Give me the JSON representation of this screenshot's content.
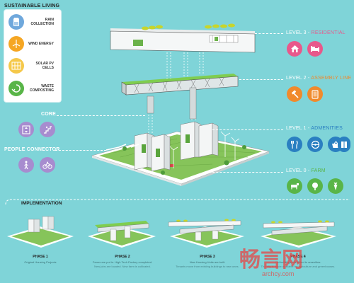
{
  "legend": {
    "title": "SUSTAINABLE LIVING",
    "items": [
      {
        "label": "RAIN\nCOLLECTION",
        "icon": "rain-collection-icon",
        "color": "#6fa8dc"
      },
      {
        "label": "WIND ENERGY",
        "icon": "wind-turbine-icon",
        "color": "#f5a623"
      },
      {
        "label": "SOLAR PV\nCELLS",
        "icon": "solar-panel-icon",
        "color": "#f5c84a"
      },
      {
        "label": "WASTE\nCOMPOSTING",
        "icon": "recycle-icon",
        "color": "#59b548"
      }
    ]
  },
  "levels": [
    {
      "prefix": "LEVEL 3 - ",
      "name": "RESIDENTIAL",
      "color": "#e8588b",
      "icons": [
        "house-icon",
        "bed-icon"
      ]
    },
    {
      "prefix": "LEVEL 2 - ",
      "name": "ASSEMBLY LINE",
      "color": "#f08a2c",
      "icons": [
        "hammer-icon",
        "tablet-icon"
      ]
    },
    {
      "prefix": "LEVEL 1 - ",
      "name": "ADMENITIES",
      "color": "#2a7fc1",
      "icons": [
        "utensils-icon",
        "steering-wheel-icon",
        "shopping-basket-icon",
        "book-icon"
      ]
    },
    {
      "prefix": "LEVEL 0 - ",
      "name": "FARM",
      "color": "#59b548",
      "icons": [
        "cow-icon",
        "tree-icon",
        "carrot-icon"
      ]
    }
  ],
  "left_labels": {
    "core": "CORE",
    "people_connector": "PEOPLE CONNECTOR"
  },
  "colors": {
    "background": "#7fd4d8",
    "core_purple": "#a78ccf"
  },
  "implementation": {
    "title": "IMPLEMENTATION",
    "phases": [
      {
        "title": "PHASE 1",
        "sub": "Original Housing Projects"
      },
      {
        "title": "PHASE 2",
        "sub": "Farms are put in. High Tech Factory completed.",
        "sub2": "New jobs are located. New farm is cultivated."
      },
      {
        "title": "PHASE 3",
        "sub": "New Housing Units are built.",
        "sub2": "Tenants move from existing buildings to new ones."
      },
      {
        "title": "PHASE 4",
        "sub": "Old buildings retrofitted to amenities.",
        "sub2": "The city is made available for agriculture and greenhouses."
      }
    ]
  },
  "watermark": {
    "text": "畅言网",
    "url": "archcy.com"
  }
}
